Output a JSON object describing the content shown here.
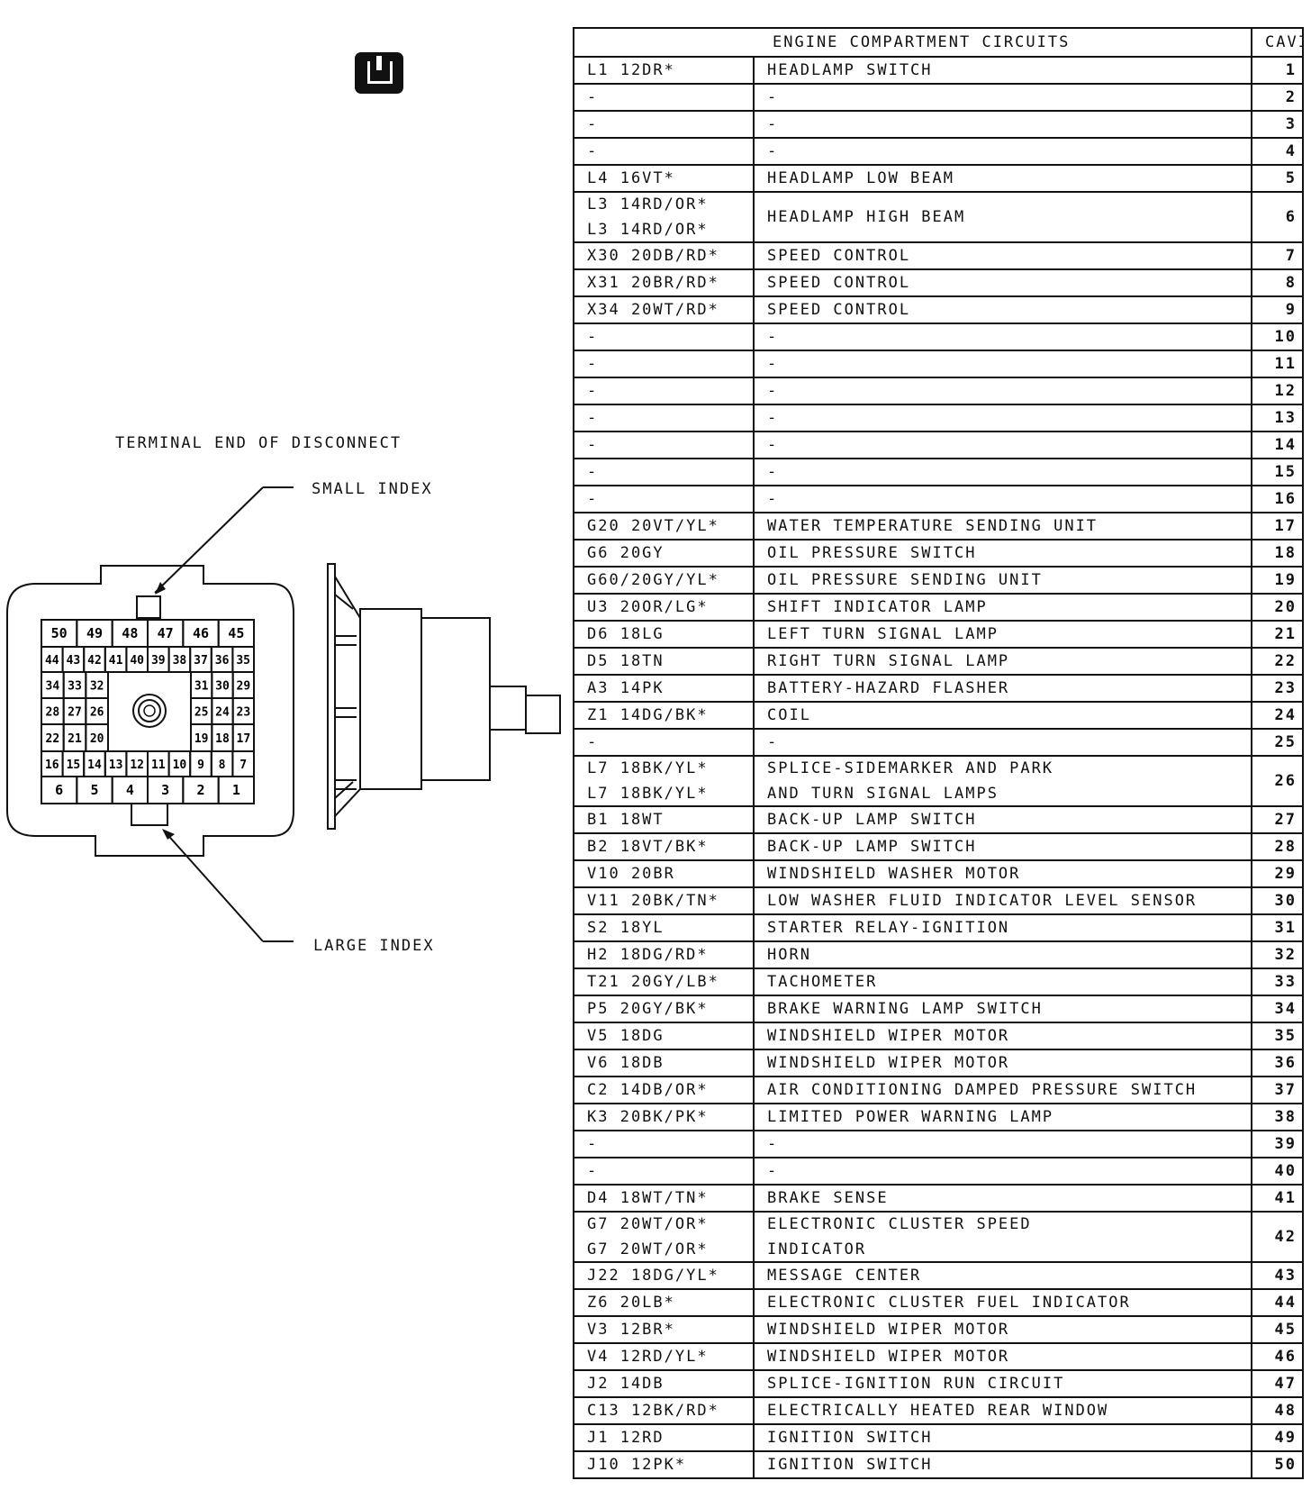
{
  "diagram": {
    "terminal_label": "TERMINAL END OF DISCONNECT",
    "small_index_label": "SMALL INDEX",
    "large_index_label": "LARGE INDEX",
    "connector_cavities": {
      "row1": [
        "50",
        "49",
        "48",
        "47",
        "46",
        "45"
      ],
      "row2": [
        "44",
        "43",
        "42",
        "41",
        "40",
        "39",
        "38",
        "37",
        "36",
        "35"
      ],
      "row3_left": [
        "34",
        "33",
        "32"
      ],
      "row3_right": [
        "31",
        "30",
        "29"
      ],
      "row4_left": [
        "28",
        "27",
        "26"
      ],
      "row4_right": [
        "25",
        "24",
        "23"
      ],
      "row5_left": [
        "22",
        "21",
        "20"
      ],
      "row5_right": [
        "19",
        "18",
        "17"
      ],
      "row6": [
        "16",
        "15",
        "14",
        "13",
        "12",
        "11",
        "10",
        "9",
        "8",
        "7"
      ],
      "row7": [
        "6",
        "5",
        "4",
        "3",
        "2",
        "1"
      ]
    }
  },
  "table": {
    "header_title": "ENGINE COMPARTMENT CIRCUITS",
    "header_cavity": "CAVITY",
    "rows": [
      {
        "circuit": [
          "L1 12DR*"
        ],
        "description": [
          "HEADLAMP SWITCH"
        ],
        "cavity": "1"
      },
      {
        "circuit": [
          "-"
        ],
        "description": [
          "-"
        ],
        "cavity": "2"
      },
      {
        "circuit": [
          "-"
        ],
        "description": [
          "-"
        ],
        "cavity": "3"
      },
      {
        "circuit": [
          "-"
        ],
        "description": [
          "-"
        ],
        "cavity": "4"
      },
      {
        "circuit": [
          "L4 16VT*"
        ],
        "description": [
          "HEADLAMP LOW BEAM"
        ],
        "cavity": "5"
      },
      {
        "circuit": [
          "L3 14RD/OR*",
          "L3 14RD/OR*"
        ],
        "description": [
          "HEADLAMP HIGH BEAM"
        ],
        "cavity": "6"
      },
      {
        "circuit": [
          "X30 20DB/RD*"
        ],
        "description": [
          "SPEED CONTROL"
        ],
        "cavity": "7"
      },
      {
        "circuit": [
          "X31 20BR/RD*"
        ],
        "description": [
          "SPEED CONTROL"
        ],
        "cavity": "8"
      },
      {
        "circuit": [
          "X34 20WT/RD*"
        ],
        "description": [
          "SPEED CONTROL"
        ],
        "cavity": "9"
      },
      {
        "circuit": [
          "-"
        ],
        "description": [
          "-"
        ],
        "cavity": "10"
      },
      {
        "circuit": [
          "-"
        ],
        "description": [
          "-"
        ],
        "cavity": "11"
      },
      {
        "circuit": [
          "-"
        ],
        "description": [
          "-"
        ],
        "cavity": "12"
      },
      {
        "circuit": [
          "-"
        ],
        "description": [
          "-"
        ],
        "cavity": "13"
      },
      {
        "circuit": [
          "-"
        ],
        "description": [
          "-"
        ],
        "cavity": "14"
      },
      {
        "circuit": [
          "-"
        ],
        "description": [
          "-"
        ],
        "cavity": "15"
      },
      {
        "circuit": [
          "-"
        ],
        "description": [
          "-"
        ],
        "cavity": "16"
      },
      {
        "circuit": [
          "G20 20VT/YL*"
        ],
        "description": [
          "WATER TEMPERATURE SENDING UNIT"
        ],
        "cavity": "17"
      },
      {
        "circuit": [
          "G6 20GY"
        ],
        "description": [
          "OIL PRESSURE SWITCH"
        ],
        "cavity": "18"
      },
      {
        "circuit": [
          "G60/20GY/YL*"
        ],
        "description": [
          "OIL PRESSURE SENDING UNIT"
        ],
        "cavity": "19"
      },
      {
        "circuit": [
          "U3 20OR/LG*"
        ],
        "description": [
          "SHIFT INDICATOR LAMP"
        ],
        "cavity": "20"
      },
      {
        "circuit": [
          "D6 18LG"
        ],
        "description": [
          "LEFT TURN SIGNAL LAMP"
        ],
        "cavity": "21"
      },
      {
        "circuit": [
          "D5 18TN"
        ],
        "description": [
          "RIGHT TURN SIGNAL LAMP"
        ],
        "cavity": "22"
      },
      {
        "circuit": [
          "A3 14PK"
        ],
        "description": [
          "BATTERY-HAZARD FLASHER"
        ],
        "cavity": "23"
      },
      {
        "circuit": [
          "Z1 14DG/BK*"
        ],
        "description": [
          "COIL"
        ],
        "cavity": "24"
      },
      {
        "circuit": [
          "-"
        ],
        "description": [
          "-"
        ],
        "cavity": "25"
      },
      {
        "circuit": [
          "L7 18BK/YL*",
          "L7 18BK/YL*"
        ],
        "description": [
          "SPLICE-SIDEMARKER AND PARK",
          "AND TURN SIGNAL LAMPS"
        ],
        "cavity": "26"
      },
      {
        "circuit": [
          "B1 18WT"
        ],
        "description": [
          "BACK-UP LAMP SWITCH"
        ],
        "cavity": "27"
      },
      {
        "circuit": [
          "B2 18VT/BK*"
        ],
        "description": [
          "BACK-UP LAMP SWITCH"
        ],
        "cavity": "28"
      },
      {
        "circuit": [
          "V10 20BR"
        ],
        "description": [
          "WINDSHIELD WASHER MOTOR"
        ],
        "cavity": "29"
      },
      {
        "circuit": [
          "V11 20BK/TN*"
        ],
        "description": [
          "LOW WASHER FLUID INDICATOR LEVEL SENSOR"
        ],
        "cavity": "30"
      },
      {
        "circuit": [
          "S2 18YL"
        ],
        "description": [
          "STARTER RELAY-IGNITION"
        ],
        "cavity": "31"
      },
      {
        "circuit": [
          "H2 18DG/RD*"
        ],
        "description": [
          "HORN"
        ],
        "cavity": "32"
      },
      {
        "circuit": [
          "T21 20GY/LB*"
        ],
        "description": [
          "TACHOMETER"
        ],
        "cavity": "33"
      },
      {
        "circuit": [
          "P5 20GY/BK*"
        ],
        "description": [
          "BRAKE WARNING LAMP SWITCH"
        ],
        "cavity": "34"
      },
      {
        "circuit": [
          "V5 18DG"
        ],
        "description": [
          "WINDSHIELD WIPER MOTOR"
        ],
        "cavity": "35"
      },
      {
        "circuit": [
          "V6 18DB"
        ],
        "description": [
          "WINDSHIELD WIPER MOTOR"
        ],
        "cavity": "36"
      },
      {
        "circuit": [
          "C2 14DB/OR*"
        ],
        "description": [
          "AIR CONDITIONING DAMPED PRESSURE SWITCH"
        ],
        "cavity": "37"
      },
      {
        "circuit": [
          "K3 20BK/PK*"
        ],
        "description": [
          "LIMITED POWER WARNING LAMP"
        ],
        "cavity": "38"
      },
      {
        "circuit": [
          "-"
        ],
        "description": [
          "-"
        ],
        "cavity": "39"
      },
      {
        "circuit": [
          "-"
        ],
        "description": [
          "-"
        ],
        "cavity": "40"
      },
      {
        "circuit": [
          "D4 18WT/TN*"
        ],
        "description": [
          "BRAKE SENSE"
        ],
        "cavity": "41"
      },
      {
        "circuit": [
          "G7 20WT/OR*",
          "G7 20WT/OR*"
        ],
        "description": [
          "ELECTRONIC CLUSTER SPEED",
          "INDICATOR"
        ],
        "cavity": "42"
      },
      {
        "circuit": [
          "J22 18DG/YL*"
        ],
        "description": [
          "MESSAGE CENTER"
        ],
        "cavity": "43"
      },
      {
        "circuit": [
          "Z6 20LB*"
        ],
        "description": [
          "ELECTRONIC CLUSTER FUEL INDICATOR"
        ],
        "cavity": "44"
      },
      {
        "circuit": [
          "V3 12BR*"
        ],
        "description": [
          "WINDSHIELD WIPER MOTOR"
        ],
        "cavity": "45"
      },
      {
        "circuit": [
          "V4 12RD/YL*"
        ],
        "description": [
          "WINDSHIELD WIPER MOTOR"
        ],
        "cavity": "46"
      },
      {
        "circuit": [
          "J2 14DB"
        ],
        "description": [
          "SPLICE-IGNITION RUN CIRCUIT"
        ],
        "cavity": "47"
      },
      {
        "circuit": [
          "C13 12BK/RD*"
        ],
        "description": [
          "ELECTRICALLY HEATED REAR WINDOW"
        ],
        "cavity": "48"
      },
      {
        "circuit": [
          "J1 12RD"
        ],
        "description": [
          "IGNITION SWITCH"
        ],
        "cavity": "49"
      },
      {
        "circuit": [
          "J10 12PK*"
        ],
        "description": [
          "IGNITION SWITCH"
        ],
        "cavity": "50"
      }
    ]
  }
}
